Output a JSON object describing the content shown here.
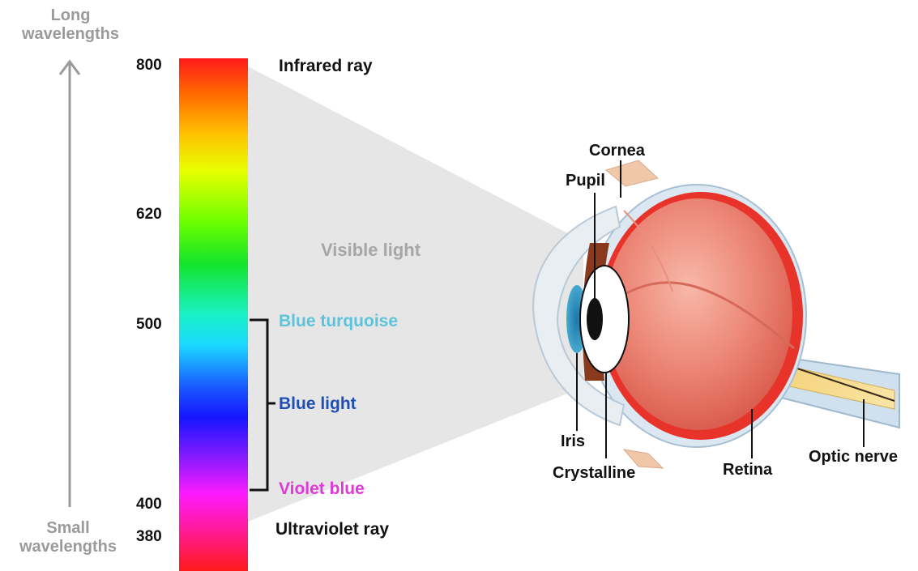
{
  "axis": {
    "top_label_line1": "Long",
    "top_label_line2": "wavelengths",
    "bottom_label_line1": "Small",
    "bottom_label_line2": "wavelengths"
  },
  "spectrum": {
    "ticks": [
      "800",
      "620",
      "500",
      "400",
      "380"
    ],
    "top_ray": "Infrared ray",
    "bottom_ray": "Ultraviolet ray",
    "visible_label": "Visible light"
  },
  "blue_bands": {
    "upper": "Blue turquoise",
    "middle": "Blue light",
    "lower": "Violet blue"
  },
  "eye_parts": {
    "cornea": "Cornea",
    "pupil": "Pupil",
    "iris": "Iris",
    "crystalline": "Crystalline",
    "retina": "Retina",
    "optic_nerve": "Optic nerve"
  },
  "colors": {
    "blue_turquoise": "#5bc4dc",
    "blue_light": "#1f4fb4",
    "violet_blue": "#e03ad6",
    "sclera_red": "#e8332a",
    "beam_grey": "#e6e6e6"
  }
}
